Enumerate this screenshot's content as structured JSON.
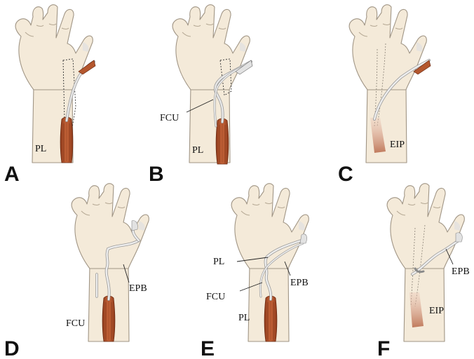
{
  "panels": [
    {
      "letter": "A",
      "labels": {
        "pl": "PL"
      }
    },
    {
      "letter": "B",
      "labels": {
        "fcu": "FCU",
        "pl": "PL"
      }
    },
    {
      "letter": "C",
      "labels": {
        "eip": "EIP"
      }
    },
    {
      "letter": "D",
      "labels": {
        "epb": "EPB",
        "fcu": "FCU"
      }
    },
    {
      "letter": "E",
      "labels": {
        "pl": "PL",
        "epb": "EPB",
        "fcu": "FCU",
        "pl2": "PL"
      }
    },
    {
      "letter": "F",
      "labels": {
        "epb": "EPB",
        "eip": "EIP"
      }
    }
  ],
  "colors": {
    "skin": "#f4ead9",
    "forearm_pink": "#f2d6cf",
    "muscle": "#b4572e",
    "tendon": "#c8c8c8",
    "text": "#111111"
  }
}
